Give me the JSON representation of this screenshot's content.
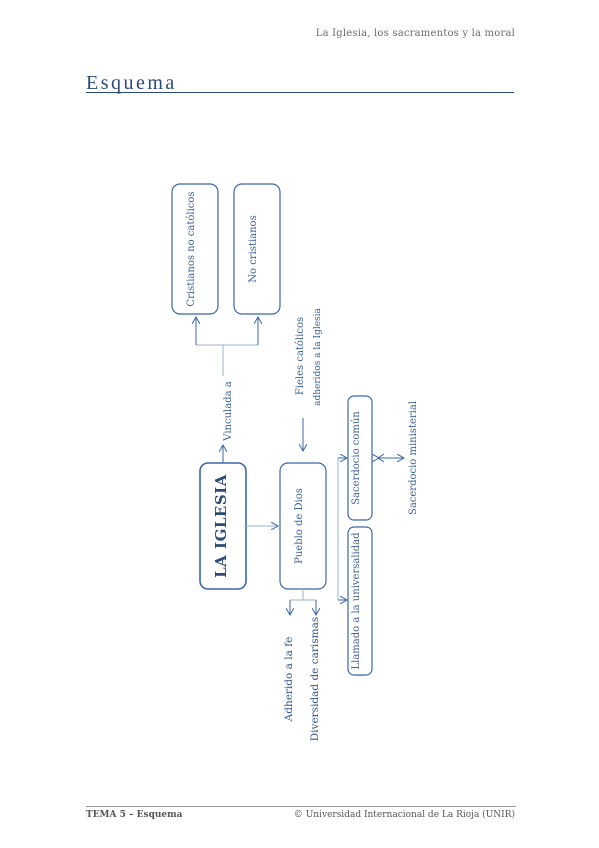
{
  "header": {
    "running_title": "La Iglesia, los sacramentos y la moral",
    "section_title": "Esquema"
  },
  "diagram": {
    "main_node": "LA IGLESIA",
    "pueblo": "Pueblo de Dios",
    "vinculada": "Vinculada a",
    "cristianos_no_catolicos": "Cristianos no católicos",
    "no_cristianos": "No cristianos",
    "fieles_line1": "Fieles católicos",
    "fieles_line2": "adheridos a la Iglesia",
    "sacerdocio_comun": "Sacerdocio común",
    "sacerdocio_ministerial": "Sacerdocio ministerial",
    "llamado": "Llamado a la universalidad",
    "adherido": "Adherido a la fe",
    "diversidad": "Diversidad de carismas"
  },
  "footer": {
    "left": "TEMA 5 – Esquema",
    "right": "© Universidad Internacional de La Rioja (UNIR)"
  },
  "colors": {
    "title_blue": "#2b4b78",
    "box_stroke": "#3a67a8",
    "line_gray": "#9bb0cc"
  }
}
